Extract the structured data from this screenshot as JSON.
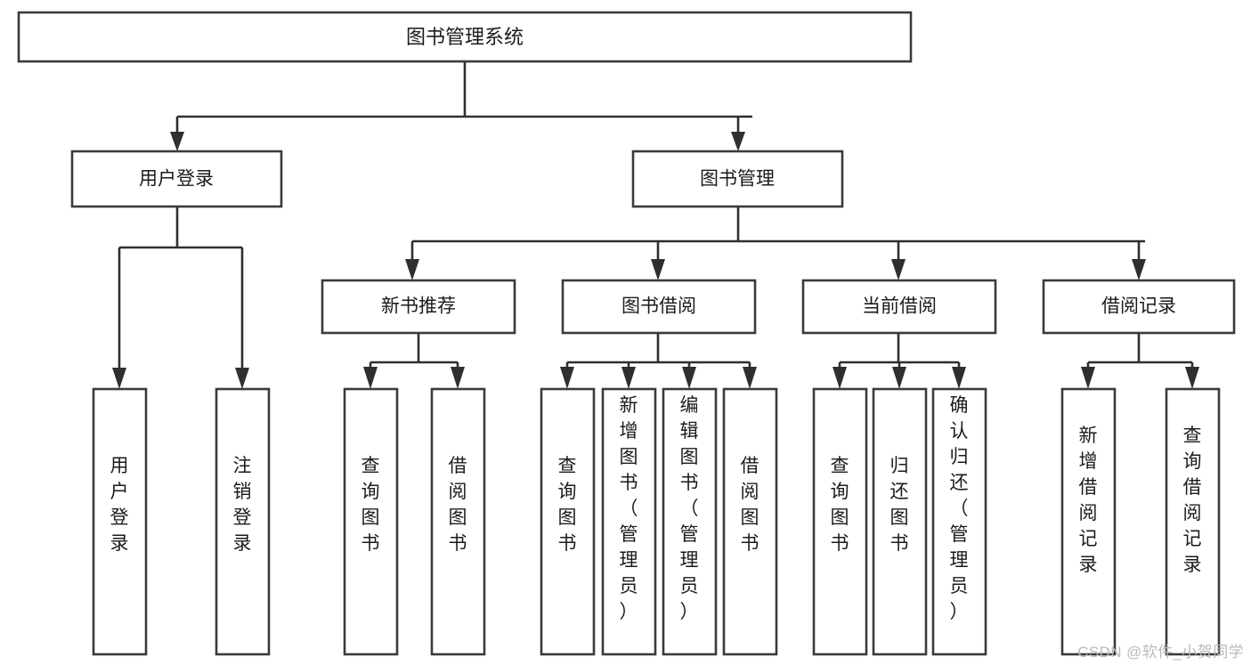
{
  "diagram": {
    "type": "tree-hierarchy",
    "title": "图书管理系统",
    "watermark": "CSDN @软件_小贺同学",
    "colors": {
      "background": "#ffffff",
      "box_stroke": "#3a3a3a",
      "edge_stroke": "#2f2f2f",
      "text": "#1b1b1b",
      "watermark": "#b9b9b9"
    },
    "levels": {
      "root": {
        "label": "图书管理系统"
      },
      "level2": [
        {
          "id": "user-login",
          "label": "用户登录"
        },
        {
          "id": "book-manage",
          "label": "图书管理"
        }
      ],
      "level3": [
        {
          "id": "new-book-rec",
          "label": "新书推荐",
          "parent": "book-manage"
        },
        {
          "id": "book-borrow",
          "label": "图书借阅",
          "parent": "book-manage"
        },
        {
          "id": "current-borrow",
          "label": "当前借阅",
          "parent": "book-manage"
        },
        {
          "id": "borrow-record",
          "label": "借阅记录",
          "parent": "book-manage"
        }
      ],
      "leaves": [
        {
          "id": "leaf-user-login",
          "label": "用户登录",
          "parent": "user-login"
        },
        {
          "id": "leaf-logout",
          "label": "注销登录",
          "parent": "user-login"
        },
        {
          "id": "leaf-query-book-1",
          "label": "查询图书",
          "parent": "new-book-rec"
        },
        {
          "id": "leaf-borrow-book-1",
          "label": "借阅图书",
          "parent": "new-book-rec"
        },
        {
          "id": "leaf-query-book-2",
          "label": "查询图书",
          "parent": "book-borrow"
        },
        {
          "id": "leaf-add-book",
          "label": "新增图书（管理员）",
          "parent": "book-borrow"
        },
        {
          "id": "leaf-edit-book",
          "label": "编辑图书（管理员）",
          "parent": "book-borrow"
        },
        {
          "id": "leaf-borrow-book-2",
          "label": "借阅图书",
          "parent": "book-borrow"
        },
        {
          "id": "leaf-query-book-3",
          "label": "查询图书",
          "parent": "current-borrow"
        },
        {
          "id": "leaf-return-book",
          "label": "归还图书",
          "parent": "current-borrow"
        },
        {
          "id": "leaf-confirm-return",
          "label": "确认归还（管理员）",
          "parent": "current-borrow"
        },
        {
          "id": "leaf-add-record",
          "label": "新增借阅记录",
          "parent": "borrow-record"
        },
        {
          "id": "leaf-query-record",
          "label": "查询借阅记录",
          "parent": "borrow-record"
        }
      ]
    }
  }
}
